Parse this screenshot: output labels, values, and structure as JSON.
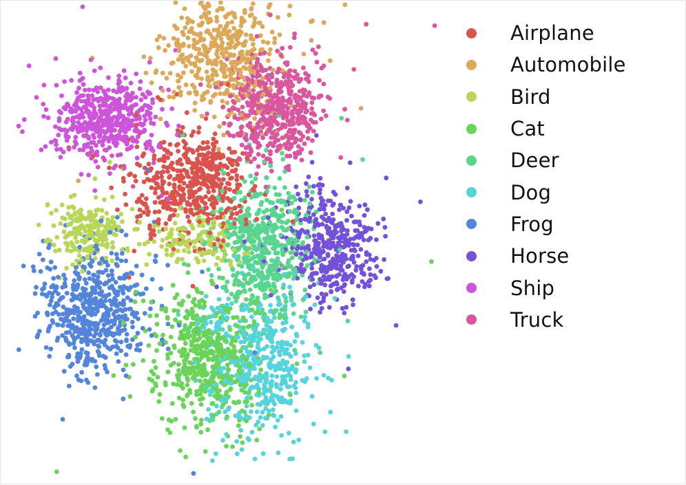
{
  "chart_data": {
    "type": "scatter",
    "title": "",
    "xlabel": "",
    "ylabel": "",
    "axes_visible": false,
    "grid": false,
    "legend_position": "right",
    "xlim": [
      -50,
      50
    ],
    "ylim": [
      -50,
      50
    ],
    "series": [
      {
        "name": "Airplane",
        "color": "#d9544d",
        "clusters": [
          {
            "cx": -9,
            "cy": 11,
            "sx": 8,
            "sy": 6.5,
            "n": 420
          },
          {
            "cx": -3,
            "cy": 15,
            "sx": 3.5,
            "sy": 3.5,
            "n": 110
          }
        ]
      },
      {
        "name": "Automobile",
        "color": "#dca95a",
        "clusters": [
          {
            "cx": 1,
            "cy": 42,
            "sx": 7.5,
            "sy": 7.5,
            "n": 500
          }
        ]
      },
      {
        "name": "Bird",
        "color": "#b8d758",
        "clusters": [
          {
            "cx": -36,
            "cy": 2,
            "sx": 4.5,
            "sy": 3.5,
            "n": 200
          },
          {
            "cx": -6,
            "cy": 0,
            "sx": 7,
            "sy": 3,
            "n": 150
          }
        ]
      },
      {
        "name": "Cat",
        "color": "#6ad459",
        "clusters": [
          {
            "cx": -4,
            "cy": -26,
            "sx": 7,
            "sy": 8,
            "n": 520
          }
        ]
      },
      {
        "name": "Deer",
        "color": "#58d68f",
        "clusters": [
          {
            "cx": 12,
            "cy": -2,
            "sx": 6.5,
            "sy": 7.5,
            "n": 520
          }
        ]
      },
      {
        "name": "Dog",
        "color": "#56d4db",
        "clusters": [
          {
            "cx": 10,
            "cy": -28,
            "sx": 7,
            "sy": 8,
            "n": 450
          },
          {
            "cx": -2,
            "cy": -18,
            "sx": 3,
            "sy": 2.5,
            "n": 30
          }
        ]
      },
      {
        "name": "Frog",
        "color": "#5386db",
        "clusters": [
          {
            "cx": -34,
            "cy": -16,
            "sx": 7,
            "sy": 7,
            "n": 560
          }
        ]
      },
      {
        "name": "Horse",
        "color": "#7352d9",
        "clusters": [
          {
            "cx": 30,
            "cy": -2,
            "sx": 6,
            "sy": 6.5,
            "n": 400
          }
        ]
      },
      {
        "name": "Ship",
        "color": "#cd55da",
        "clusters": [
          {
            "cx": -31,
            "cy": 27,
            "sx": 7.5,
            "sy": 4.5,
            "n": 500
          }
        ]
      },
      {
        "name": "Truck",
        "color": "#d9579e",
        "clusters": [
          {
            "cx": 14,
            "cy": 29,
            "sx": 6.5,
            "sy": 6,
            "n": 500
          }
        ]
      }
    ]
  }
}
